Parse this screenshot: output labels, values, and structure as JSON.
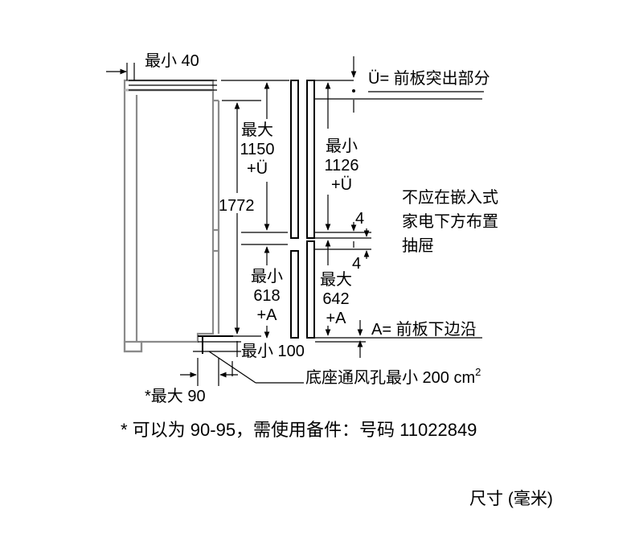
{
  "labels": {
    "min40": "最小 40",
    "u_front": "Ü= 前板突出部分",
    "max1150": [
      "最大",
      "1150",
      "+Ü"
    ],
    "min1126": [
      "最小",
      "1126",
      "+Ü"
    ],
    "h1772": "1772",
    "note_drawer": [
      "不应在嵌入式",
      "家电下方布置",
      "抽屉"
    ],
    "four_top": "4",
    "four_bottom": "4",
    "min618": [
      "最小",
      "618",
      "+A"
    ],
    "max642": [
      "最大",
      "642",
      "+A"
    ],
    "a_front": "A= 前板下边沿",
    "min100": "最小 100",
    "vent": "底座通风孔最小 200 cm",
    "vent_sup": "2",
    "max90": "*最大 90",
    "footnote": "* 可以为 90-95，需使用备件：号码 11022849",
    "units": "尺寸 (毫米)"
  }
}
